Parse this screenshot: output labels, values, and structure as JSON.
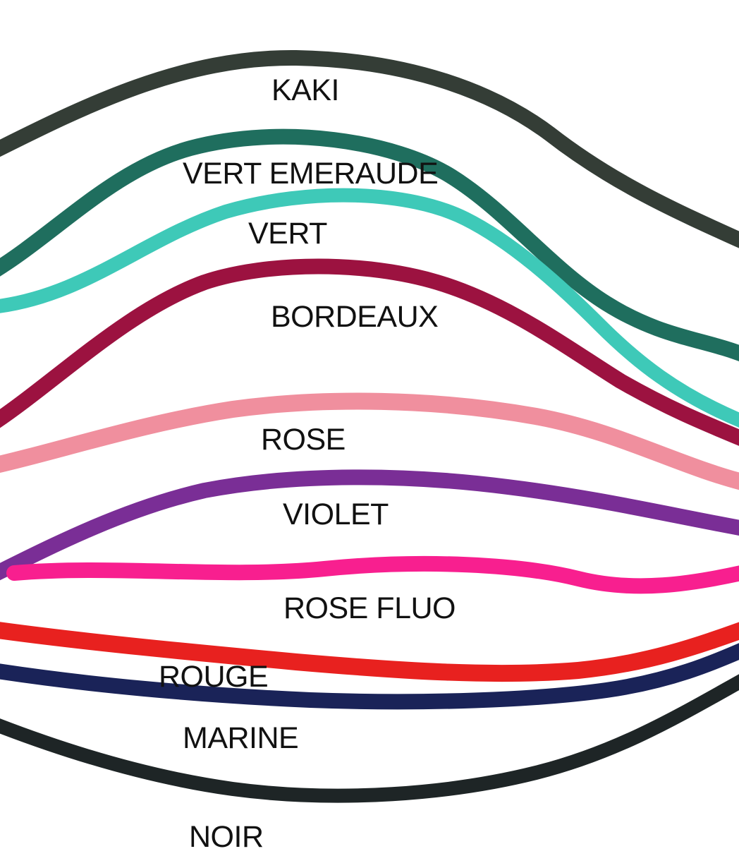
{
  "cords": [
    {
      "id": "kaki",
      "label": "KAKI",
      "color": "#343d36"
    },
    {
      "id": "vert-emeraude",
      "label": "VERT EMERAUDE",
      "color": "#1f6e5e"
    },
    {
      "id": "vert",
      "label": "VERT",
      "color": "#3ec9b8"
    },
    {
      "id": "bordeaux",
      "label": "BORDEAUX",
      "color": "#9c1240"
    },
    {
      "id": "rose",
      "label": "ROSE",
      "color": "#f08f9e"
    },
    {
      "id": "violet",
      "label": "VIOLET",
      "color": "#7a2e96"
    },
    {
      "id": "rose-fluo",
      "label": "ROSE FLUO",
      "color": "#f81f8f"
    },
    {
      "id": "rouge",
      "label": "ROUGE",
      "color": "#e8211f"
    },
    {
      "id": "marine",
      "label": "MARINE",
      "color": "#1a2358"
    },
    {
      "id": "noir",
      "label": "NOIR",
      "color": "#1e2526"
    }
  ]
}
